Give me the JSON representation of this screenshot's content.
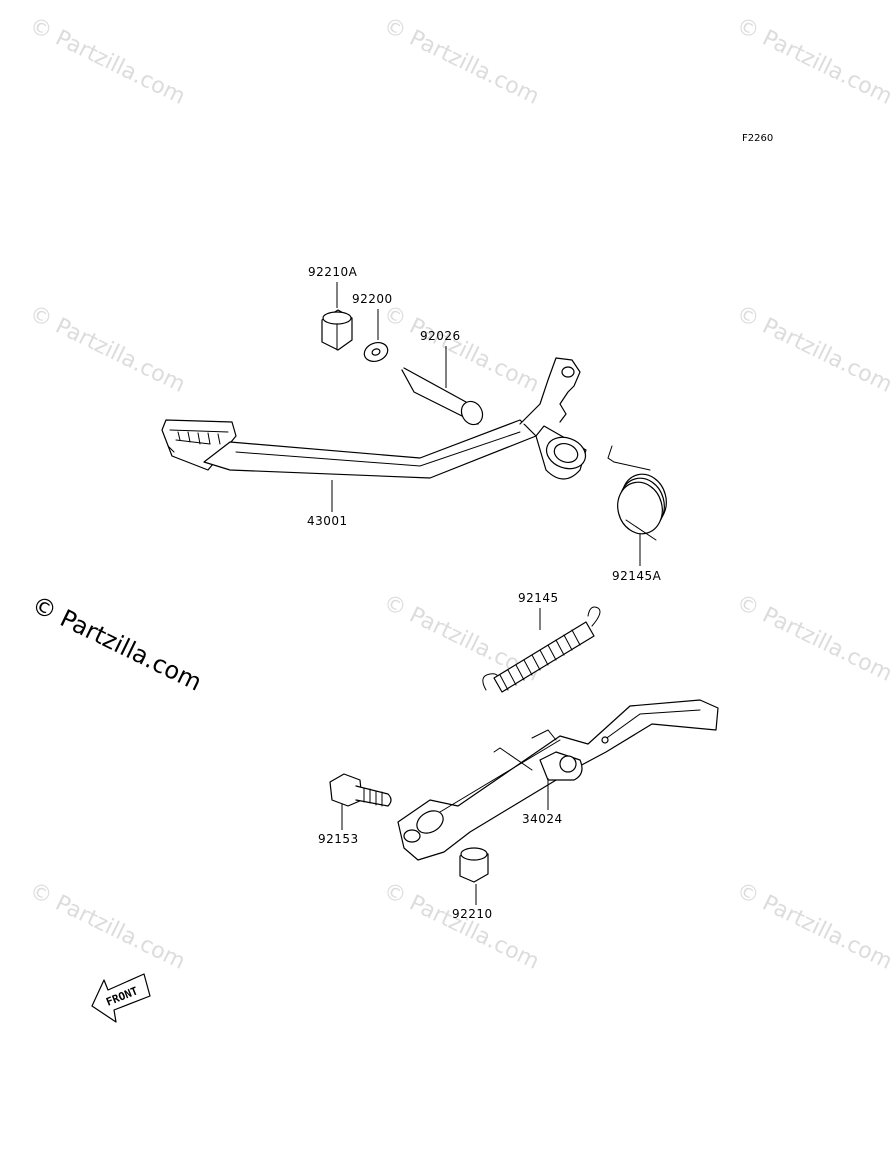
{
  "figure_code": "F2260",
  "watermark_text": "© Partzilla.com",
  "front_label": "FRONT",
  "parts": [
    {
      "id": "p1",
      "number": "92210A"
    },
    {
      "id": "p2",
      "number": "92200"
    },
    {
      "id": "p3",
      "number": "92026"
    },
    {
      "id": "p4",
      "number": "43001"
    },
    {
      "id": "p5",
      "number": "92145A"
    },
    {
      "id": "p6",
      "number": "92145"
    },
    {
      "id": "p7",
      "number": "92153"
    },
    {
      "id": "p8",
      "number": "34024"
    },
    {
      "id": "p9",
      "number": "92210"
    }
  ]
}
